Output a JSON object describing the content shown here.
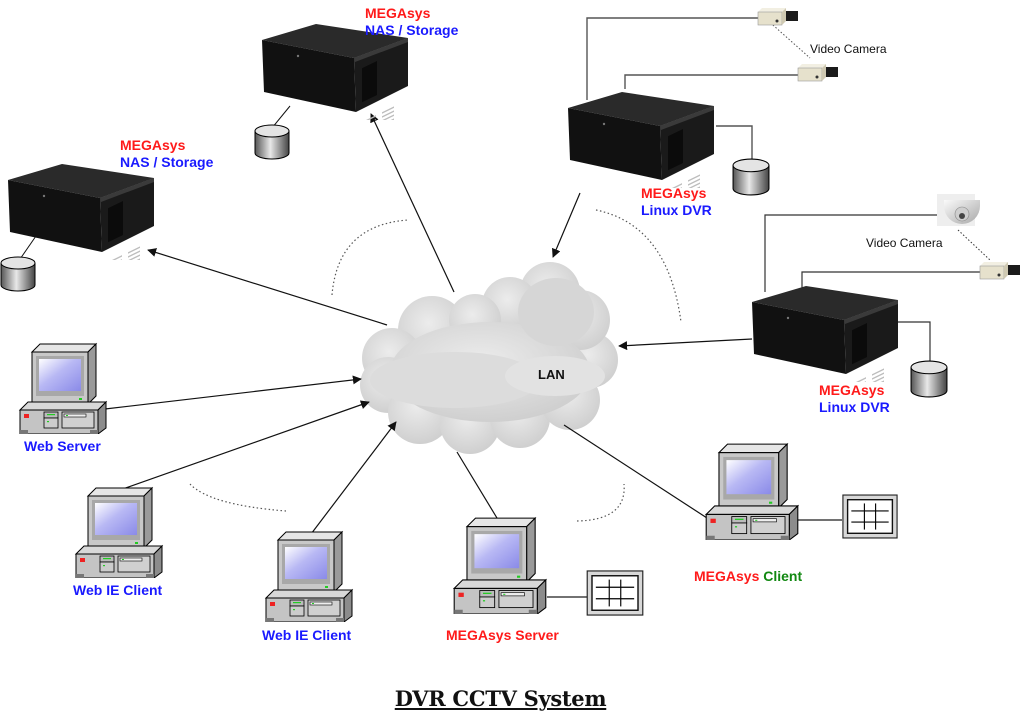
{
  "title": "DVR CCTV System",
  "network": {
    "label": "LAN"
  },
  "nodes": {
    "nas_top": {
      "line1": "MEGAsys",
      "line2": "NAS / Storage"
    },
    "nas_left": {
      "line1": "MEGAsys",
      "line2": "NAS / Storage"
    },
    "dvr_top": {
      "line1": "MEGAsys",
      "line2": "Linux DVR"
    },
    "dvr_right": {
      "line1": "MEGAsys",
      "line2": "Linux DVR"
    },
    "web_server": {
      "label": "Web Server"
    },
    "web_ie_client_1": {
      "label": "Web IE Client"
    },
    "web_ie_client_2": {
      "label": "Web IE Client"
    },
    "megasys_server": {
      "label": "MEGAsys Server"
    },
    "megasys_client": {
      "part1": "MEGAsys",
      "part2": "Client"
    }
  },
  "cameras": {
    "group_top": {
      "label": "Video Camera"
    },
    "group_right": {
      "label": "Video Camera"
    }
  },
  "colors": {
    "brand_red": "#ff1a1a",
    "product_blue": "#1a1aff",
    "client_green": "#118811",
    "cloud_gray": "#d6d6d6",
    "chassis_black": "#141414"
  }
}
